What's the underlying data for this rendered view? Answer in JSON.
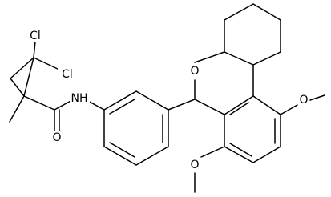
{
  "molecule": {
    "atoms": {
      "cl_upper": "Cl",
      "cl_lower": "Cl",
      "amide_n": "NH",
      "amide_o": "O",
      "ring_o": "O",
      "ome_upper": "O",
      "ome_lower": "O"
    },
    "colors": {
      "bond": "#000000",
      "label": "#000000",
      "background": "#ffffff"
    }
  }
}
